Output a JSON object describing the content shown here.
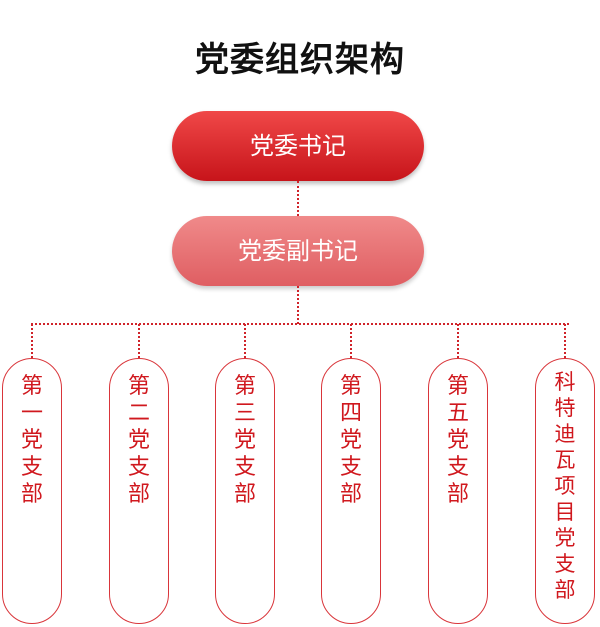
{
  "title": "党委组织架构",
  "top_node": "党委书记",
  "second_node": "党委副书记",
  "branches": [
    "第一党支部",
    "第二党支部",
    "第三党支部",
    "第四党支部",
    "第五党支部",
    "科特迪瓦项目党支部"
  ],
  "colors": {
    "accent": "#d0181e",
    "top_fill": "#d4171c",
    "second_fill": "#e97073"
  }
}
